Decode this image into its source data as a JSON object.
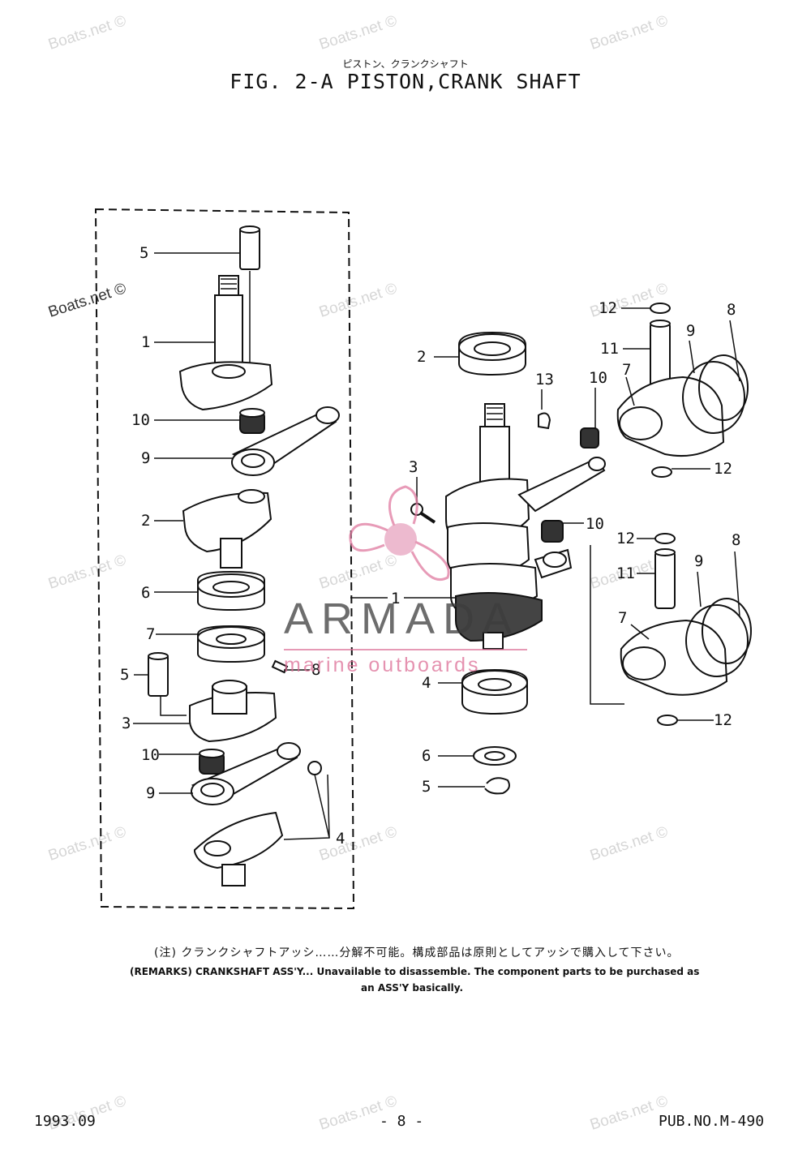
{
  "watermark": {
    "text": "Boats.net ©"
  },
  "header": {
    "title_jp": "ピストン、クランクシャフト",
    "title": "FIG.  2-A PISTON,CRANK SHAFT"
  },
  "labels": {
    "l5a": "5",
    "l1a": "1",
    "l10a": "10",
    "l9a": "9",
    "l2a": "2",
    "l6a": "6",
    "l7a": "7",
    "l5b": "5",
    "l8a": "8",
    "l3a": "3",
    "l10b": "10",
    "l9b": "9",
    "l4a": "4",
    "r2": "2",
    "r13": "13",
    "r10a": "10",
    "r7a": "7",
    "r12a": "12",
    "r11a": "11",
    "r9a": "9",
    "r8a": "8",
    "r12b": "12",
    "r3": "3",
    "r10b": "10",
    "r1": "1",
    "r12c": "12",
    "r11b": "11",
    "r9b": "9",
    "r8b": "8",
    "r7b": "7",
    "r12d": "12",
    "r4": "4",
    "r6": "6",
    "r5": "5"
  },
  "remarks": {
    "jp": "(注)  クランクシャフトアッシ……分解不可能。構成部品は原則としてアッシで購入して下さい。",
    "en_line1": "(REMARKS)   CRANKSHAFT ASS'Y... Unavailable to disassemble. The component parts to be purchased as",
    "en_line2": "an ASS'Y basically."
  },
  "footer": {
    "date": "1993.09",
    "page": "- 8 -",
    "pub": "PUB.NO.M-490"
  },
  "logo": {
    "word": "ARMADA",
    "tagline": "marine outboards",
    "color_pink": "#e07aa0"
  }
}
